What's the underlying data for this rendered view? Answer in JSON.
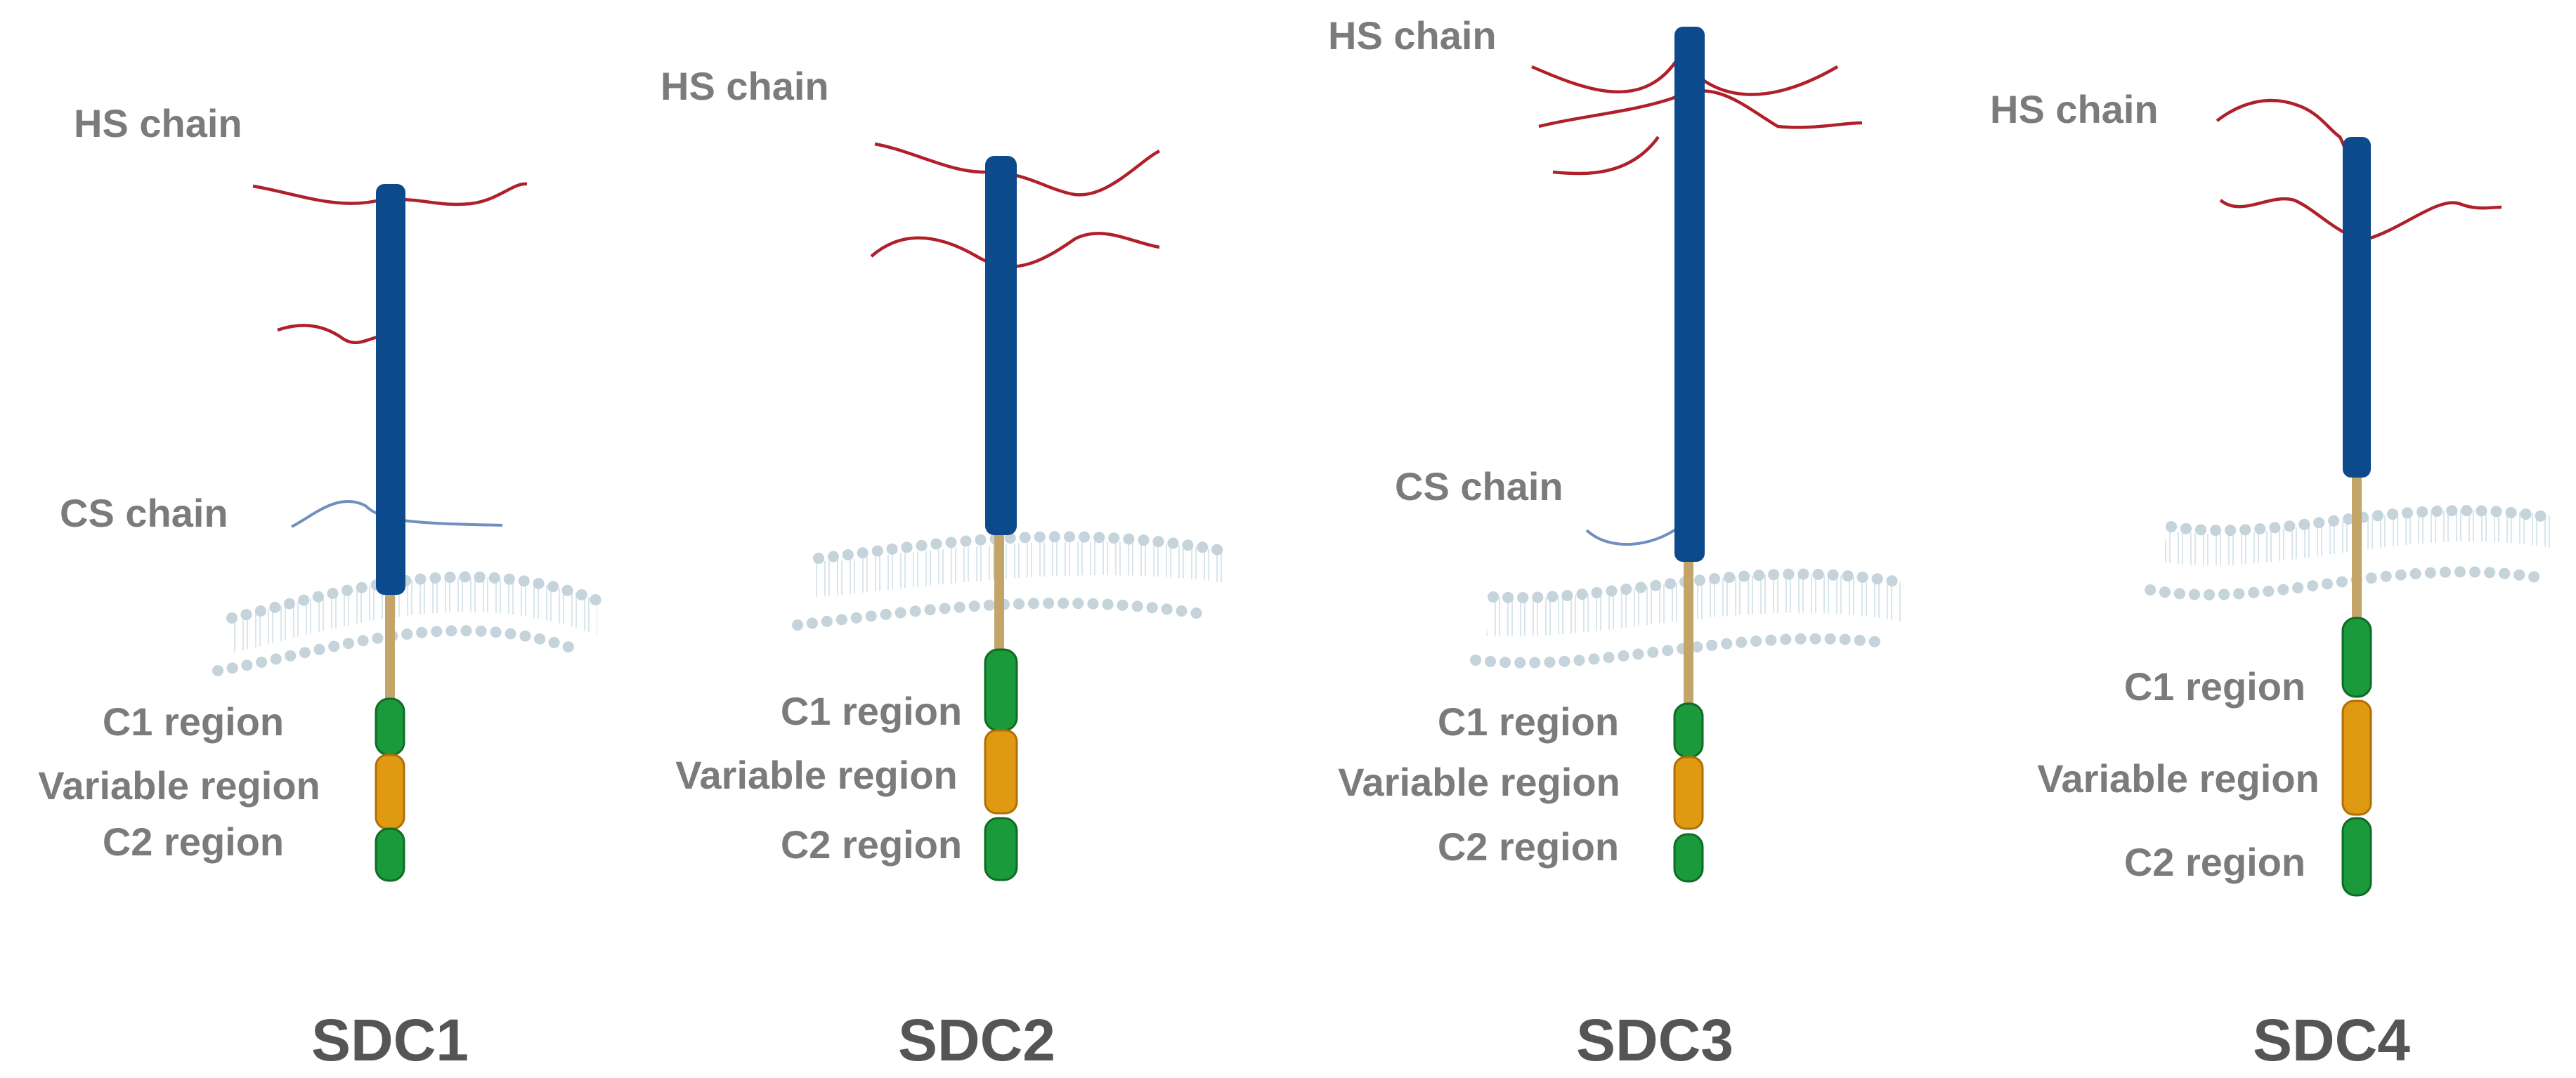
{
  "figure": {
    "panels": [
      {
        "id": "sdc1",
        "title": "SDC1",
        "hs_label": "HS chain",
        "cs_label": "CS chain",
        "c1_label": "C1 region",
        "variable_label": "Variable region",
        "c2_label": "C2 region"
      },
      {
        "id": "sdc2",
        "title": "SDC2",
        "hs_label": "HS chain",
        "c1_label": "C1 region",
        "variable_label": "Variable region",
        "c2_label": "C2 region"
      },
      {
        "id": "sdc3",
        "title": "SDC3",
        "hs_label": "HS chain",
        "cs_label": "CS chain",
        "c1_label": "C1 region",
        "variable_label": "Variable region",
        "c2_label": "C2 region"
      },
      {
        "id": "sdc4",
        "title": "SDC4",
        "hs_label": "HS chain",
        "c1_label": "C1 region",
        "variable_label": "Variable region",
        "c2_label": "C2 region"
      }
    ]
  },
  "colors": {
    "core_protein": "#0c4a8c",
    "hs_chain": "#b0202a",
    "cs_chain": "#6f8fbf",
    "transmembrane": "#c3a56a",
    "c1_c2_region": "#1a9a3a",
    "variable_region": "#e09a12",
    "membrane": "#c5d3db",
    "label_text": "#7b7b7b",
    "title_text": "#555555"
  },
  "icons": [
    "core-protein-rod",
    "heparan-sulfate-chain",
    "chondroitin-sulfate-chain",
    "lipid-bilayer",
    "c1-region-domain",
    "variable-region-domain",
    "c2-region-domain"
  ]
}
